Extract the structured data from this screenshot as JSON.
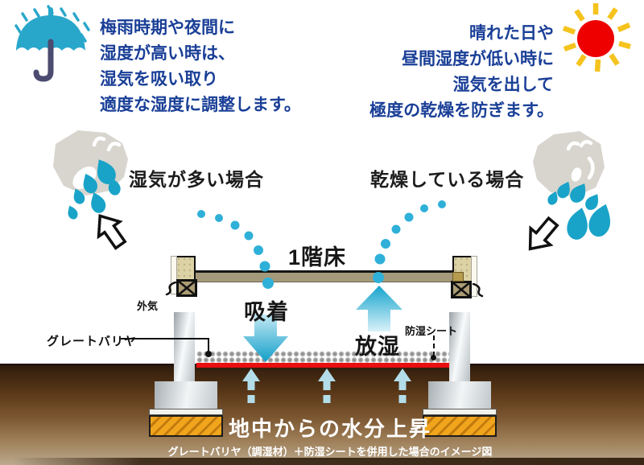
{
  "title_blocks": {
    "left": {
      "lines": [
        "梅雨時期や夜間に",
        "湿度が高い時は、",
        "湿気を吸い取り",
        "適度な湿度に調整します。"
      ]
    },
    "right": {
      "lines": [
        "晴れた日や",
        "昼間湿度が低い時に",
        "湿気を出して",
        "極度の乾燥を防ぎます。"
      ]
    }
  },
  "case_labels": {
    "humid": "湿気が多い場合",
    "dry": "乾燥している場合"
  },
  "floor_label": "1階床",
  "action_labels": {
    "absorb": "吸着",
    "release": "放湿"
  },
  "part_labels": {
    "outside_air": "外気",
    "great_barrier": "グレートバリヤ",
    "moisture_proof_sheet": "防湿シート"
  },
  "ground_label": "地中からの水分上昇",
  "caption": "グレートバリヤ（調湿材）＋防湿シートを併用した場合のイメージ図",
  "icons": {
    "umbrella_rain": "umbrella-rain-icon",
    "sun": "sun-icon",
    "humid_cloud": "humid-cloud-figure",
    "dry_cloud": "dry-cloud-figure"
  },
  "colors": {
    "text_blue": "#1a3f97",
    "dot_cyan": "#2fb0d8",
    "drop_cyan": "#1aa3c8",
    "umbrella_cyan": "#29a7cb",
    "sun_red": "#ee0000",
    "ray_yellow": "#f5c31d",
    "sheet_red": "#e81010",
    "arrow_cyan_deep": "#129fc9",
    "arrow_cyan_light": "#cdeef7",
    "soil_brown_dark": "#3c2410",
    "soil_brown_light": "#b5a083"
  }
}
